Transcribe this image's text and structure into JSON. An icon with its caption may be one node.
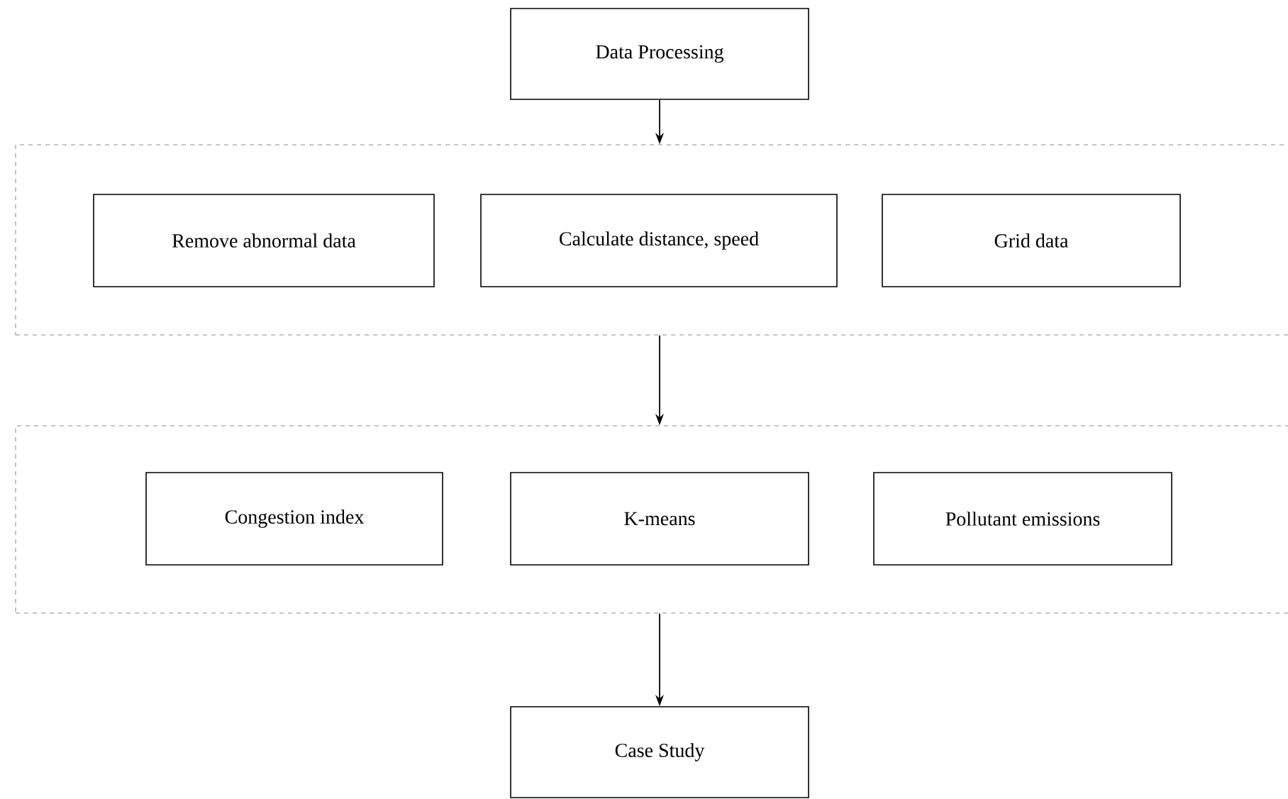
{
  "diagram": {
    "nodes": [
      {
        "text": [
          "Data Processing"
        ]
      },
      {
        "text": [],
        "shape": "box"
      },
      {
        "text": [
          "Remove abnormal data"
        ],
        "in": 1
      },
      {
        "text": [
          "Calculate distance, speed"
        ],
        "in": 1
      },
      {
        "text": [
          "Grid data"
        ],
        "in": 1
      },
      {
        "text": [],
        "shape": "box"
      },
      {
        "text": [
          "Congestion index"
        ],
        "in": 5
      },
      {
        "text": [
          "K-means"
        ],
        "in": 5
      },
      {
        "text": [
          "Pollutant emissions"
        ],
        "in": 5
      },
      {
        "text": [
          "Case Study"
        ]
      }
    ],
    "edges": [
      {
        "from": 0,
        "to": 1,
        "arrow": "to"
      },
      {
        "from": 1,
        "to": 5,
        "arrow": "to"
      },
      {
        "from": 5,
        "to": 9,
        "arrow": "to"
      }
    ]
  }
}
